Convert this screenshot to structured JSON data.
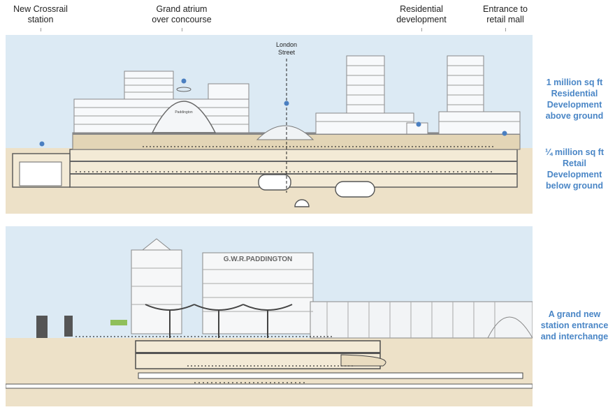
{
  "callouts": {
    "crossrail": [
      "New Crossrail",
      "station"
    ],
    "atrium": [
      "Grand atrium",
      "over concourse"
    ],
    "residential": [
      "Residential",
      "development"
    ],
    "entrance_mall": [
      "Entrance to",
      "retail mall"
    ]
  },
  "section_top": {
    "street_label": [
      "London",
      "Street"
    ],
    "sign": "Paddington"
  },
  "section_bottom": {
    "facade_sign": "G.W.R.PADDINGTON"
  },
  "side_notes": {
    "residential_area": [
      "1 million sq ft",
      "Residential",
      "Development",
      "above ground"
    ],
    "retail_area": [
      "¼ million sq ft",
      "Retail",
      "Development",
      "below ground"
    ],
    "entrance": [
      "A grand new",
      "station entrance",
      "and interchange"
    ]
  },
  "colors": {
    "sky": "#dceaf4",
    "ground": "#ede1c8",
    "structure": "#5a5a5a",
    "accent": "#4a86c6",
    "marker": "#4a7fc1"
  }
}
